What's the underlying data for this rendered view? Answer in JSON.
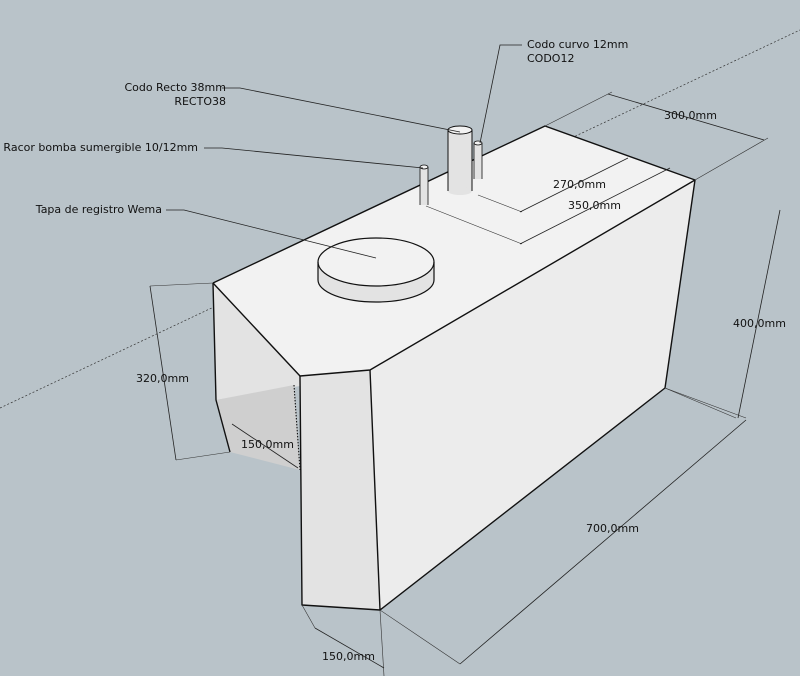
{
  "colors": {
    "background": "#b9c3c9",
    "face_top": "#f2f2f2",
    "face_front": "#e3e3e3",
    "face_right": "#ececec",
    "face_notch": "#cfcfcf",
    "edge": "#111111"
  },
  "annotations": {
    "codo_curvo": [
      "Codo curvo 12mm",
      "CODO12"
    ],
    "codo_recto": [
      "Codo Recto 38mm",
      "RECTO38"
    ],
    "racor": [
      "Racor bomba sumergible 10/12mm"
    ],
    "tapa": [
      "Tapa de registro Wema"
    ]
  },
  "dimensions": {
    "d300": "300,0mm",
    "d270": "270,0mm",
    "d350": "350,0mm",
    "d400": "400,0mm",
    "d320": "320,0mm",
    "d150a": "150,0mm",
    "d700": "700,0mm",
    "d150b": "150,0mm"
  }
}
